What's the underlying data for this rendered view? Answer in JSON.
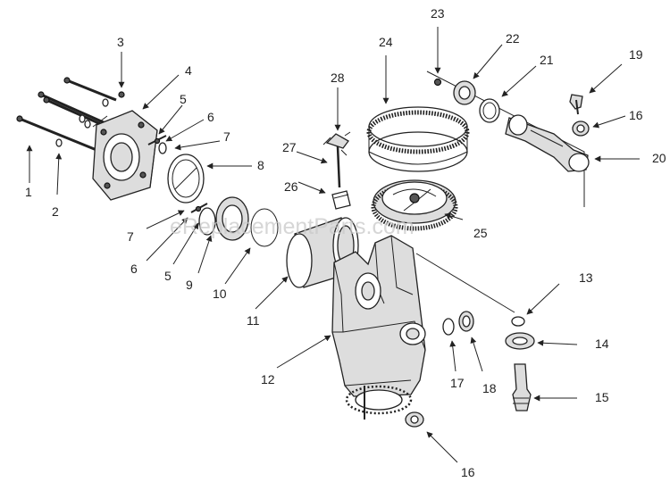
{
  "watermark": "eReplacementParts.com",
  "callouts": {
    "n1": "1",
    "n2": "2",
    "n3": "3",
    "n4": "4",
    "n5a": "5",
    "n5b": "5",
    "n6a": "6",
    "n6b": "6",
    "n7a": "7",
    "n7b": "7",
    "n8": "8",
    "n9": "9",
    "n10": "10",
    "n11": "11",
    "n12": "12",
    "n13": "13",
    "n14": "14",
    "n15": "15",
    "n16a": "16",
    "n16b": "16",
    "n17": "17",
    "n18": "18",
    "n19": "19",
    "n20": "20",
    "n21": "21",
    "n22": "22",
    "n23": "23",
    "n24": "24",
    "n25": "25",
    "n26": "26",
    "n27": "27",
    "n28": "28"
  },
  "colors": {
    "line": "#222222",
    "watermark": "#c8c8c8",
    "background": "#ffffff"
  }
}
